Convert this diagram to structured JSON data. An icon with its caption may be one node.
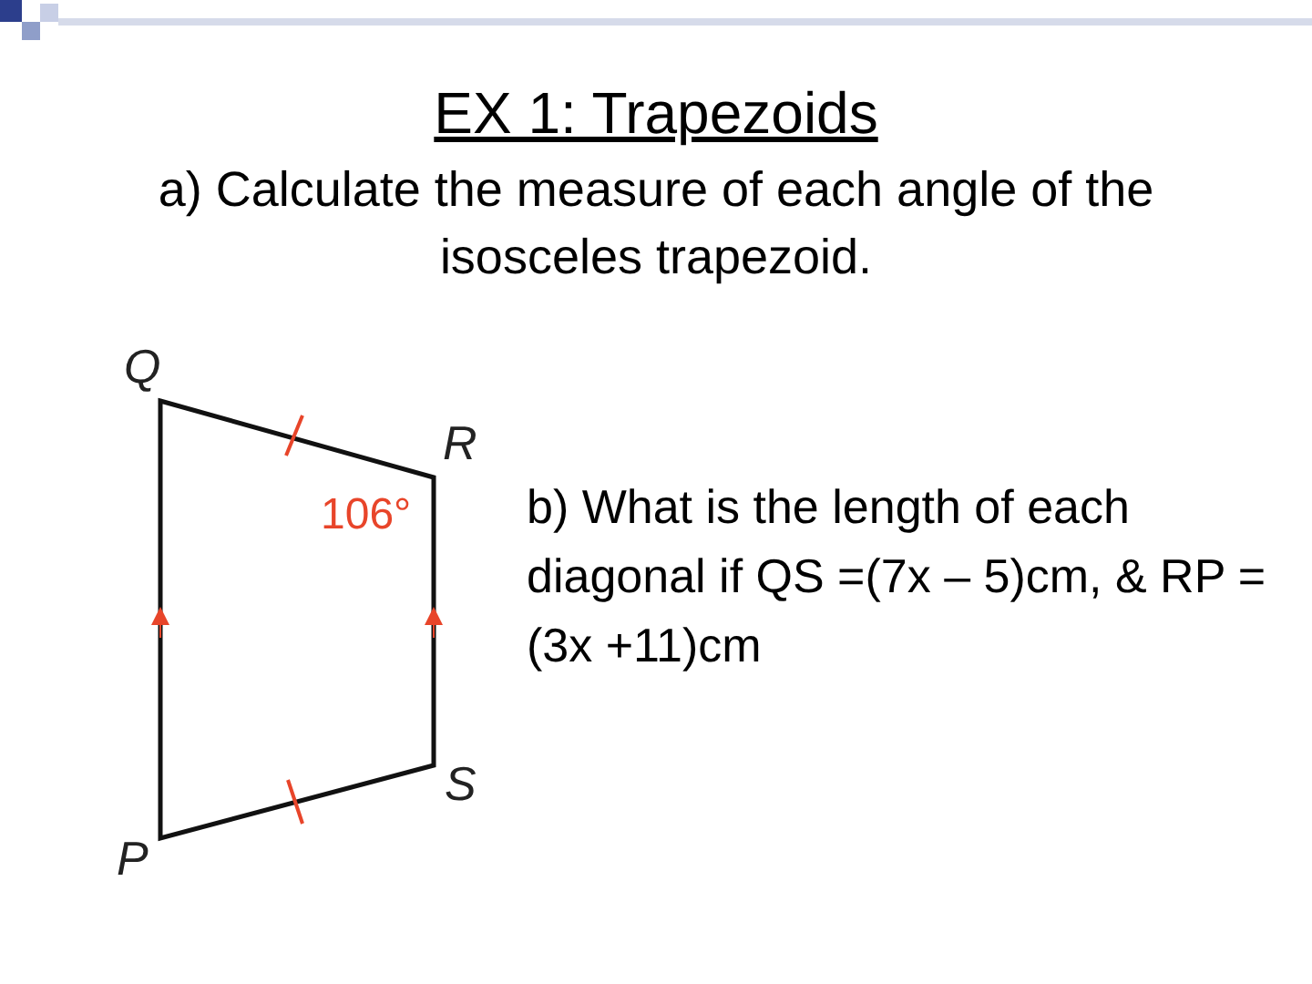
{
  "diagram": {
    "title": "EX 1: Trapezoids",
    "labels": [
      "a) Calculate the measure of each angle of the isosceles trapezoid.",
      "Q",
      "R",
      "106°",
      "b) What is the length of each diagonal if QS =(7x – 5)cm, & RP =(3x +11)cm",
      "S",
      "P"
    ]
  }
}
